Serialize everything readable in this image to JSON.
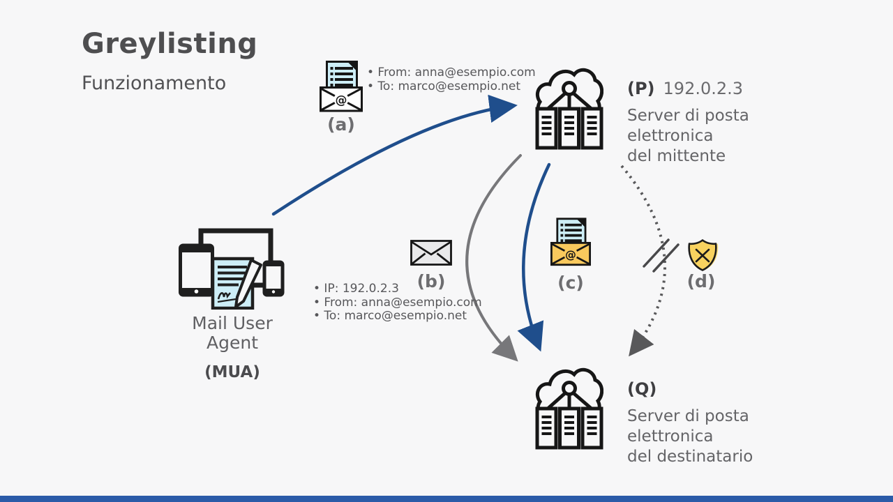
{
  "title": "Greylisting",
  "subtitle": "Funzionamento",
  "nodes": {
    "mua": {
      "name_line1": "Mail User",
      "name_line2": "Agent",
      "abbr": "(MUA)"
    },
    "sender": {
      "tag": "(P)",
      "ip": "192.0.2.3",
      "desc": [
        "Server di posta",
        "elettronica",
        "del mittente"
      ]
    },
    "recipient": {
      "tag": "(Q)",
      "desc": [
        "Server di posta",
        "elettronica",
        "del destinatario"
      ]
    }
  },
  "steps": {
    "a": {
      "label": "(a)",
      "details": [
        "• From: anna@esempio.com",
        "• To: marco@esempio.net"
      ]
    },
    "b": {
      "label": "(b)",
      "details": [
        "• IP: 192.0.2.3",
        "• From: anna@esempio.com",
        "• To: marco@esempio.net"
      ]
    },
    "c": {
      "label": "(c)"
    },
    "d": {
      "label": "(d)"
    }
  },
  "icons": {
    "mua": "devices-document-pen-icon",
    "sender_server": "cloud-server-icon",
    "recipient_server": "cloud-server-icon",
    "step_a": "open-email-letter-icon",
    "step_b": "closed-envelope-icon",
    "step_c": "open-email-letter-yellow-icon",
    "step_d": "shield-x-icon",
    "block_mark": "double-slash-block-icon"
  },
  "colors": {
    "background": "#f7f7f8",
    "arrow_blue": "#1f4e8c",
    "arrow_gray": "#77777a",
    "arrow_dotted": "#58585a",
    "paper_fill": "#cdeef7",
    "envelope_yellow": "#f9c95d",
    "shield_yellow": "#f8d25f",
    "envelope_gray": "#e9e9ea",
    "icon_stroke": "#161616",
    "footer_bar": "#2b5ba8",
    "title_text": "#4e4e50",
    "body_text": "#646467"
  }
}
